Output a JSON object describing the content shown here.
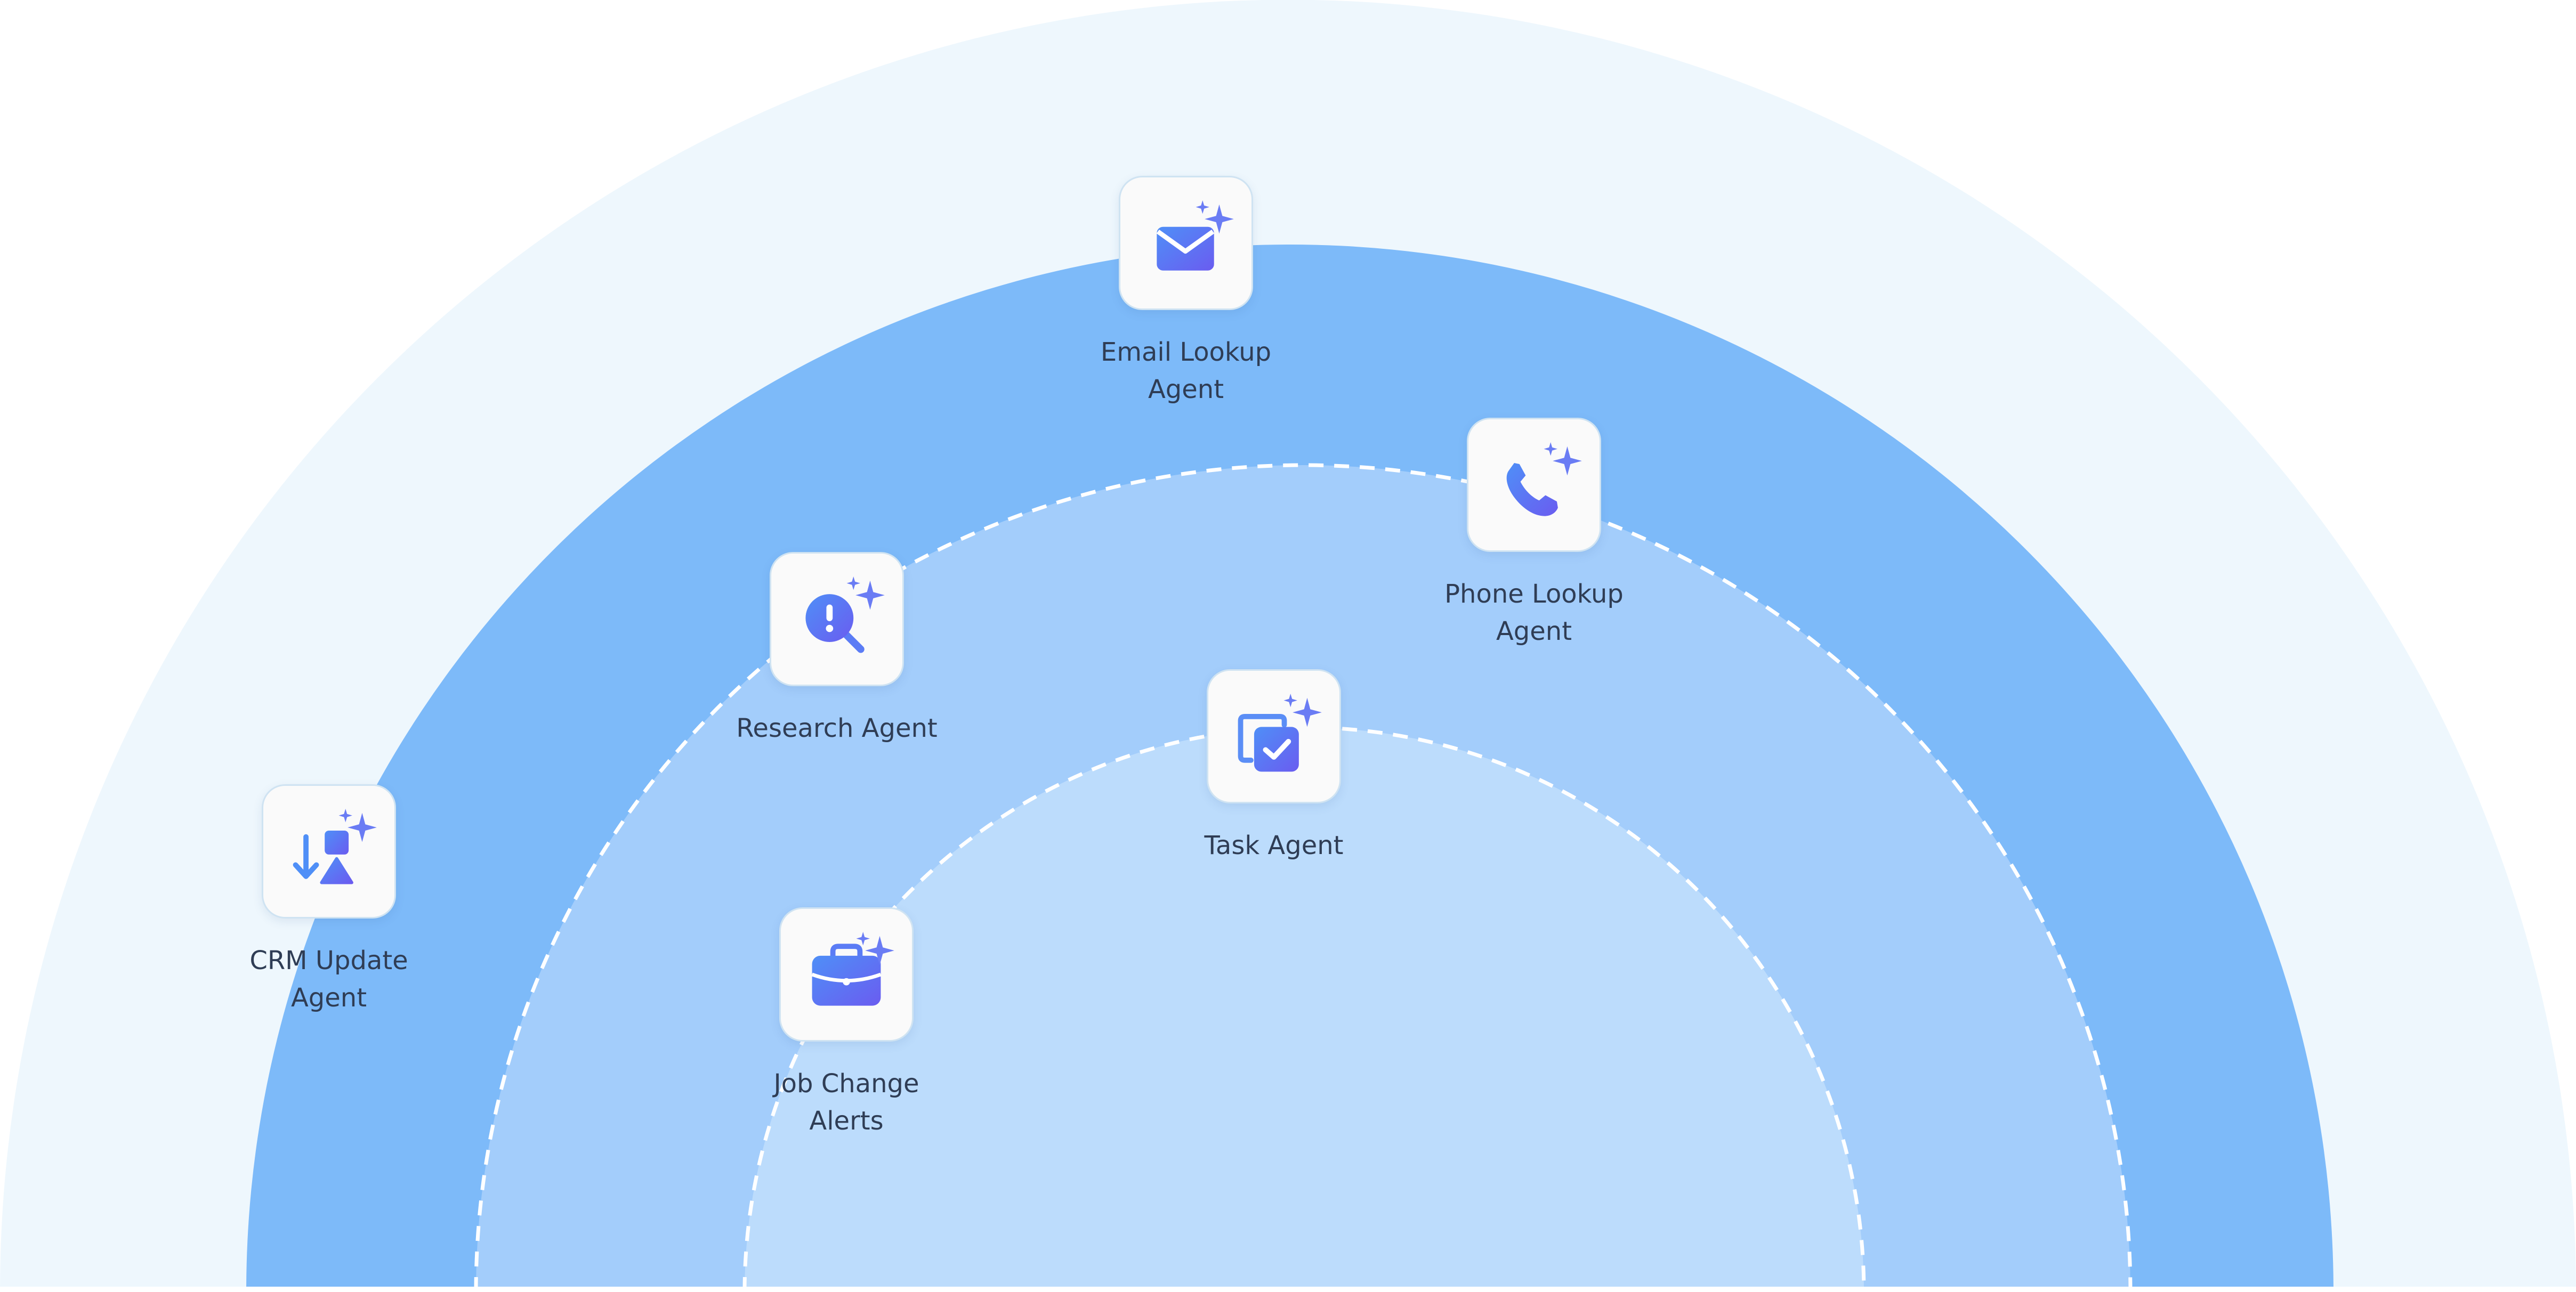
{
  "diagram": {
    "colors": {
      "outer_ring": "#eef7fd",
      "ring_2": "#7dbaf9",
      "ring_3": "#a3cdfb",
      "inner_ring": "#bcdcfc",
      "dashed_border": "#ffffff",
      "tile_background": "#fafafa",
      "icon_gradient_start": "#4f8ff7",
      "icon_gradient_end": "#6a5cf0",
      "label_text": "#2f3d55"
    },
    "agents": [
      {
        "label": "Email Lookup\nAgent",
        "icon": "email-sparkle-icon"
      },
      {
        "label": "Phone Lookup\nAgent",
        "icon": "phone-sparkle-icon"
      },
      {
        "label": "Research Agent",
        "icon": "research-sparkle-icon"
      },
      {
        "label": "Task Agent",
        "icon": "task-sparkle-icon"
      },
      {
        "label": "CRM Update\nAgent",
        "icon": "crm-update-sparkle-icon"
      },
      {
        "label": "Job Change\nAlerts",
        "icon": "briefcase-sparkle-icon"
      }
    ]
  }
}
